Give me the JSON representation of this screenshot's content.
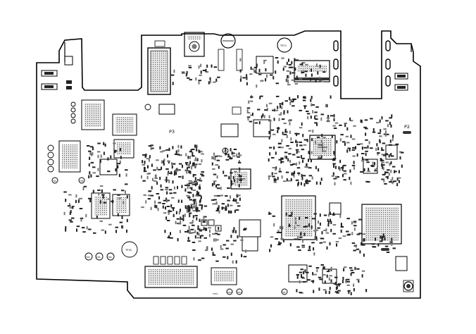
{
  "board": {
    "zones": {
      "p2": "P2",
      "p3": "P3"
    },
    "testpoints": {
      "tp1": "TP1",
      "tp4": "TP4",
      "tp5": "TP5",
      "tp6": "TP6",
      "tp8": "TP8",
      "tp9": "TP9",
      "tp10": "TP10",
      "tp11": "TP11",
      "tp12": "TP12",
      "tp13": "TP13",
      "tp15": "TP15",
      "tp16": "TP16"
    },
    "colors": {
      "trace": "#000000",
      "background": "#ffffff",
      "fill": "#d9d9d9"
    }
  }
}
